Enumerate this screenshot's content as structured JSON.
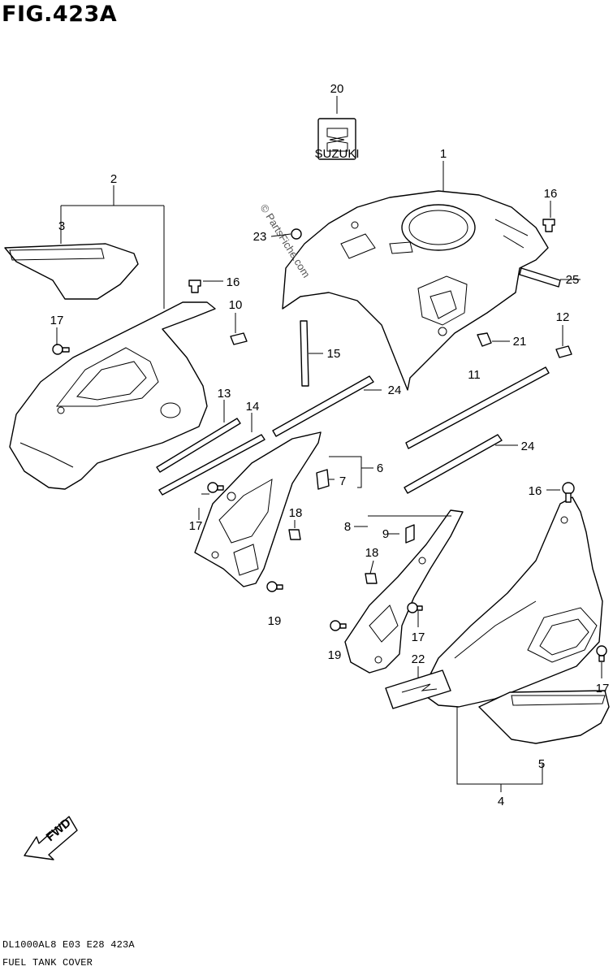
{
  "figure": {
    "title": "FIG.423A"
  },
  "footer": {
    "code": "DL1000AL8  E03  E28  423A",
    "name": "FUEL TANK COVER"
  },
  "watermark": "© PartsFiche.com",
  "fwd_label": "FWD",
  "emblem_text": "SUZUKI",
  "callouts": [
    "1",
    "2",
    "3",
    "4",
    "5",
    "6",
    "7",
    "8",
    "9",
    "10",
    "11",
    "12",
    "13",
    "14",
    "15",
    "16",
    "16",
    "16",
    "17",
    "17",
    "17",
    "17",
    "18",
    "18",
    "19",
    "19",
    "20",
    "21",
    "22",
    "23",
    "24",
    "24",
    "25"
  ]
}
